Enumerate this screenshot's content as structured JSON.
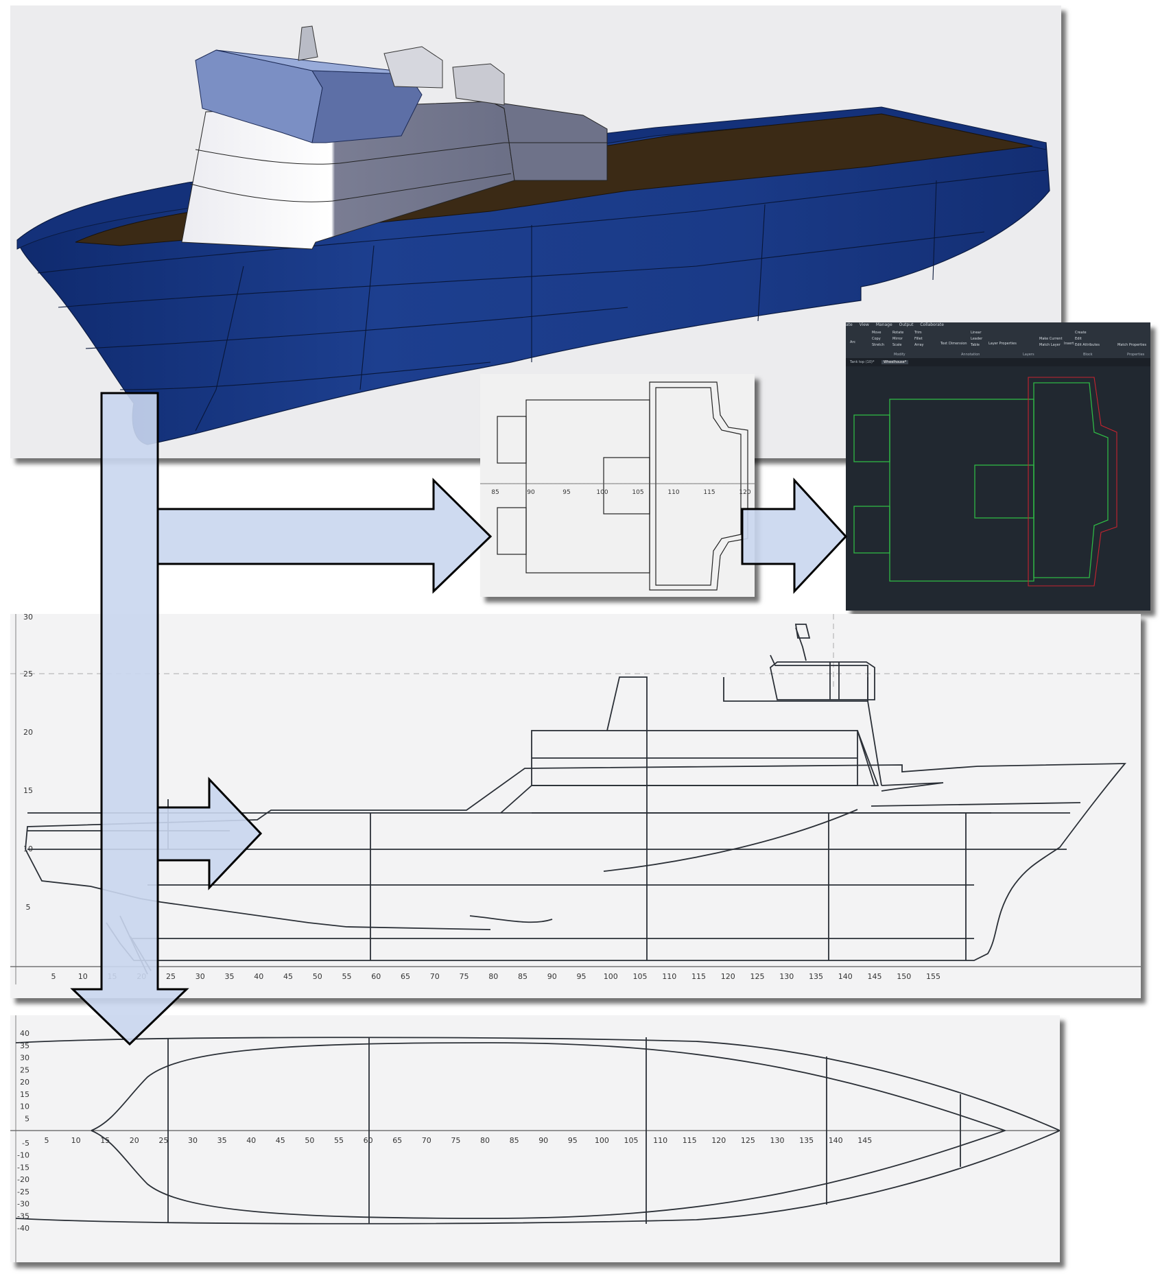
{
  "colors": {
    "hull": "#1a3a87",
    "deck": "#3b2a15",
    "superstructure": "#d8d8df",
    "cad_background": "#212830",
    "cad_green": "#2fb845",
    "cad_red": "#c8232f",
    "arrow_fill": "#c9d6ee"
  },
  "cad": {
    "menu": [
      "ate",
      "View",
      "Manage",
      "Output",
      "Collaborate"
    ],
    "ribbon": {
      "modify_group": "Modify",
      "annotation_group": "Annotation",
      "layers_group": "Layers",
      "block_group": "Block",
      "properties_group": "Properties",
      "move": "Move",
      "rotate": "Rotate",
      "trim": "Trim",
      "copy": "Copy",
      "mirror": "Mirror",
      "fillet": "Fillet",
      "stretch": "Stretch",
      "scale": "Scale",
      "array": "Array",
      "text": "Text",
      "dimension": "Dimension",
      "linear": "Linear",
      "leader": "Leader",
      "table": "Table",
      "layer_properties": "Layer Properties",
      "make_current": "Make Current",
      "match_layer": "Match Layer",
      "create": "Create",
      "edit": "Edit",
      "edit_attributes": "Edit Attributes",
      "match_properties": "Match Properties",
      "arc": "Arc",
      "insert": "Insert"
    },
    "tabs": [
      "Tank top (10)*",
      "Wheelhouse*"
    ]
  },
  "side_view": {
    "y_ticks": [
      "30",
      "25",
      "20",
      "15",
      "10",
      "5"
    ],
    "x_ticks": [
      "5",
      "10",
      "15",
      "20",
      "25",
      "30",
      "35",
      "40",
      "45",
      "50",
      "55",
      "60",
      "65",
      "70",
      "75",
      "80",
      "85",
      "90",
      "95",
      "100",
      "105",
      "110",
      "115",
      "120",
      "125",
      "130",
      "135",
      "140",
      "145",
      "150",
      "155"
    ]
  },
  "plan_view": {
    "y_ticks": [
      "40",
      "35",
      "30",
      "25",
      "20",
      "15",
      "10",
      "5",
      "-5",
      "-10",
      "-15",
      "-20",
      "-25",
      "-30",
      "-35",
      "-40"
    ],
    "x_ticks": [
      "5",
      "10",
      "15",
      "20",
      "25",
      "30",
      "35",
      "40",
      "45",
      "50",
      "55",
      "60",
      "65",
      "70",
      "75",
      "80",
      "85",
      "90",
      "95",
      "100",
      "105",
      "110",
      "115",
      "120",
      "125",
      "130",
      "135",
      "140",
      "145"
    ]
  },
  "top_view": {
    "x_ticks": [
      "85",
      "90",
      "95",
      "100",
      "105",
      "110",
      "115",
      "120"
    ]
  }
}
